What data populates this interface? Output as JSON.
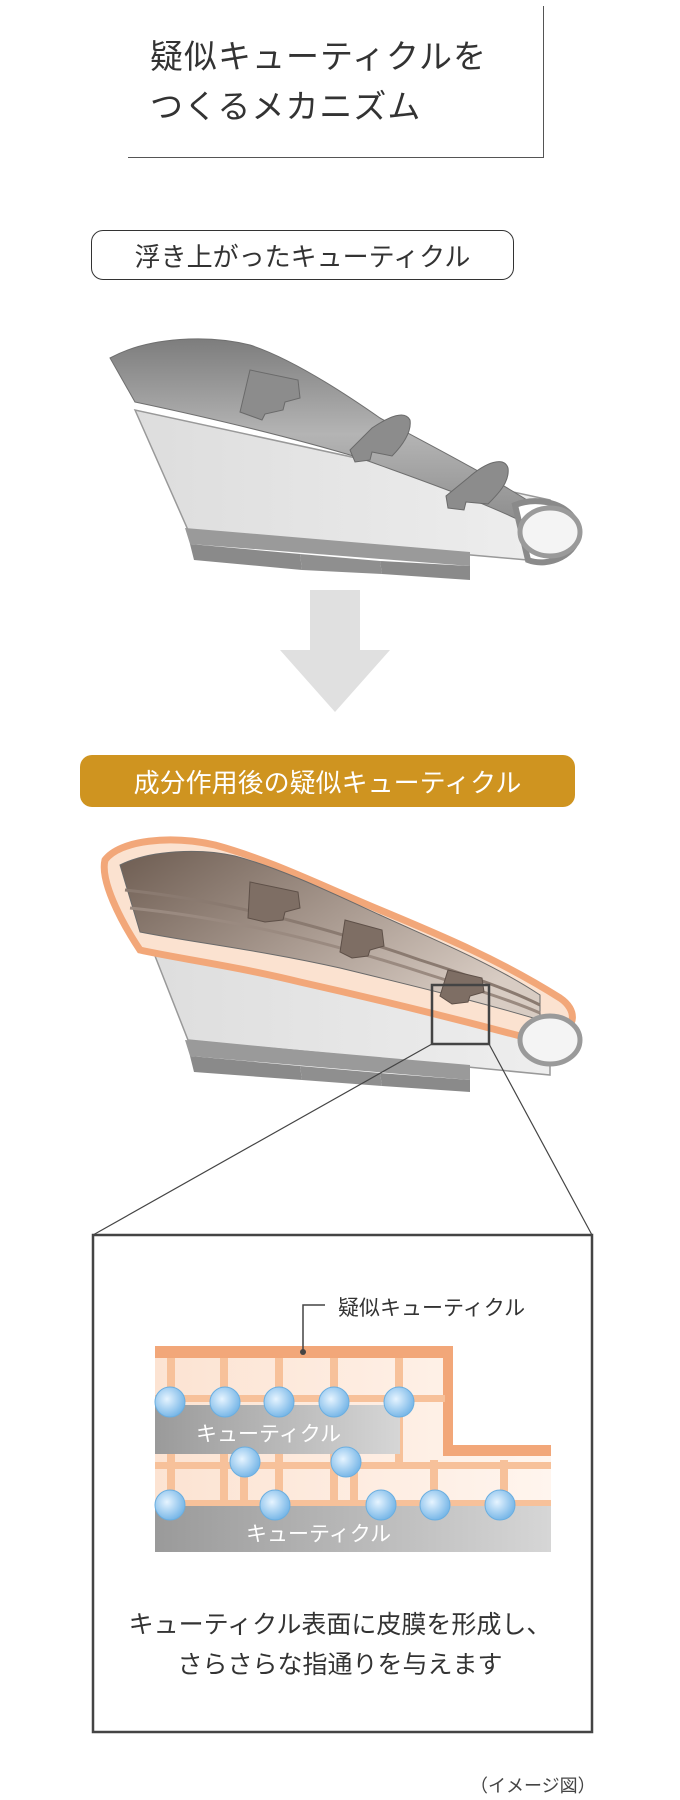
{
  "title": {
    "line1": "疑似キューティクルを",
    "line2": "つくるメカニズム"
  },
  "step1": {
    "label": "浮き上がったキューティクル"
  },
  "step2": {
    "label": "成分作用後の疑似キューティクル"
  },
  "detail": {
    "pseudo_cuticle_label": "疑似キューティクル",
    "cuticle_label_upper": "キューティクル",
    "cuticle_label_lower": "キューティクル",
    "caption_line1": "キューティクル表面に皮膜を形成し、",
    "caption_line2": "さらさらな指通りを与えます"
  },
  "note": "（イメージ図）",
  "colors": {
    "accent_gold": "#cf9420",
    "film_orange": "#f2a779",
    "cuticle_gray": "#9a9a9a",
    "bead_blue": "#8fc6ee",
    "arrow_gray": "#e0e0e0"
  }
}
